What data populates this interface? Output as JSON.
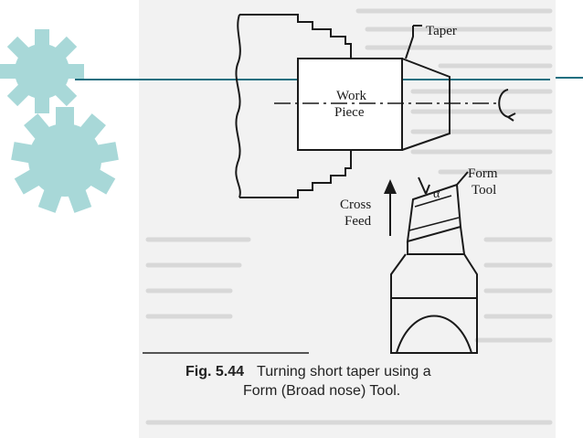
{
  "slide": {
    "accent_color": "#1f6f80",
    "gear_color": "#a8d8d8",
    "icons": [
      "gear-icon",
      "gear-icon"
    ]
  },
  "figure": {
    "labels": {
      "taper": "Taper",
      "work_piece_1": "Work",
      "work_piece_2": "Piece",
      "form_tool_1": "Form",
      "form_tool_2": "Tool",
      "cross_feed_1": "Cross",
      "cross_feed_2": "Feed",
      "alpha": "α"
    },
    "caption": {
      "number": "Fig. 5.44",
      "line1": "Turning short taper using a",
      "line2": "Form (Broad nose) Tool."
    }
  }
}
